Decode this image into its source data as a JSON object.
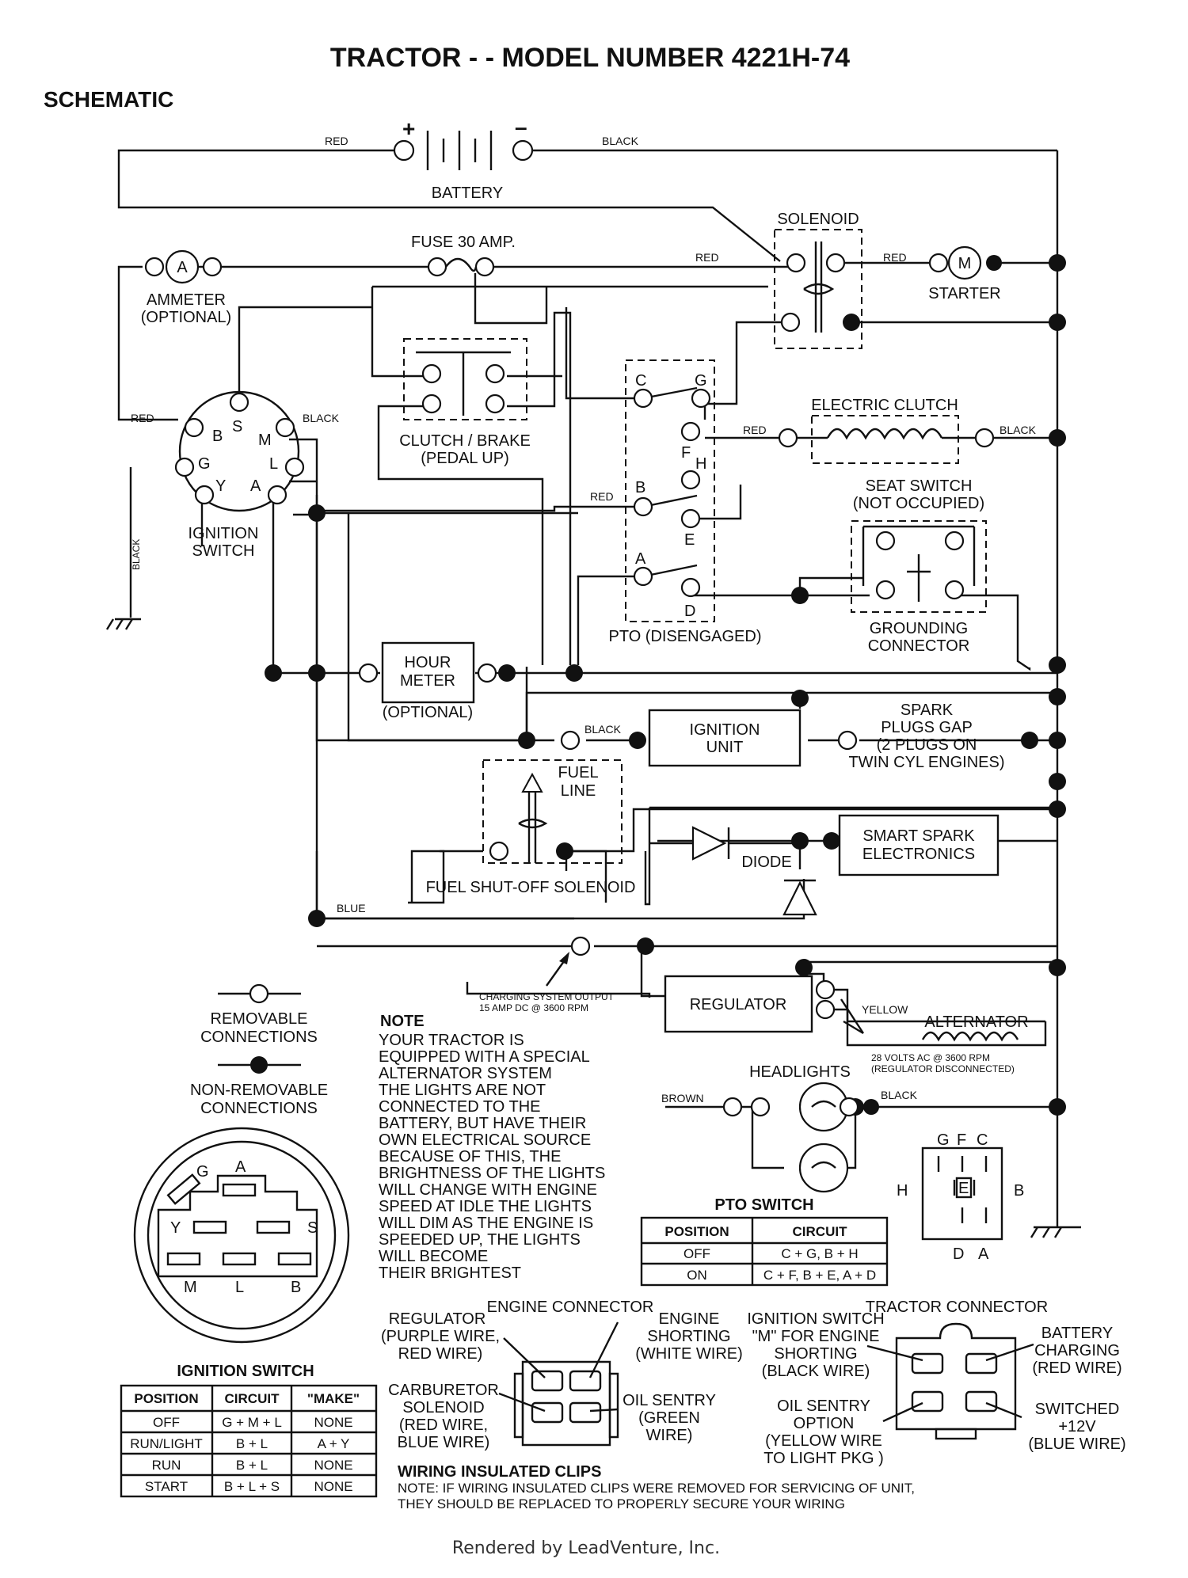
{
  "title": "TRACTOR - - MODEL NUMBER 4221H-74",
  "subtitle": "SCHEMATIC",
  "battery": {
    "label": "BATTERY",
    "plus": "+",
    "minus": "–"
  },
  "wires": {
    "red": "RED",
    "black": "BLACK",
    "blue": "BLUE",
    "yellow": "YELLOW",
    "brown": "BROWN"
  },
  "fuse": "FUSE 30 AMP.",
  "solenoid": "SOLENOID",
  "starter": {
    "label": "STARTER",
    "symbol": "M"
  },
  "ammeter": {
    "symbol": "A",
    "line1": "AMMETER",
    "line2": "(OPTIONAL)"
  },
  "ignition": {
    "line1": "IGNITION",
    "line2": "SWITCH",
    "terminals": [
      "B",
      "S",
      "M",
      "L",
      "A",
      "Y",
      "G"
    ]
  },
  "clutch_brake": {
    "line1": "CLUTCH / BRAKE",
    "line2": "(PEDAL UP)"
  },
  "electric_clutch": "ELECTRIC CLUTCH",
  "pto": {
    "label": "PTO (DISENGAGED)",
    "terminals": [
      "C",
      "G",
      "F",
      "H",
      "B",
      "E",
      "A",
      "D"
    ]
  },
  "seat_switch": {
    "line1": "SEAT SWITCH",
    "line2": "(NOT OCCUPIED)"
  },
  "grounding": {
    "line1": "GROUNDING",
    "line2": "CONNECTOR"
  },
  "hour_meter": {
    "line1": "HOUR",
    "line2": "METER",
    "line3": "(OPTIONAL)"
  },
  "ignition_unit": {
    "line1": "IGNITION",
    "line2": "UNIT"
  },
  "spark": {
    "line1": "SPARK",
    "line2": "PLUGS GAP",
    "line3": "(2 PLUGS ON",
    "line4": "TWIN CYL  ENGINES)"
  },
  "fuel": {
    "line1": "FUEL",
    "line2": "LINE",
    "solenoid": "FUEL SHUT-OFF SOLENOID"
  },
  "diode": "DIODE",
  "smart_spark": {
    "line1": "SMART SPARK",
    "line2": "ELECTRONICS"
  },
  "charging": {
    "line1": "CHARGING SYSTEM OUTPUT",
    "line2": "15 AMP DC @ 3600 RPM"
  },
  "regulator": "REGULATOR",
  "alternator": {
    "label": "ALTERNATOR",
    "line1": "28 VOLTS AC @ 3600 RPM",
    "line2": "(REGULATOR DISCONNECTED)"
  },
  "headlights": "HEADLIGHTS",
  "legend": {
    "removable1": "REMOVABLE",
    "removable2": "CONNECTIONS",
    "nonremovable1": "NON-REMOVABLE",
    "nonremovable2": "CONNECTIONS"
  },
  "note": {
    "heading": "NOTE",
    "lines": [
      "YOUR TRACTOR IS",
      "EQUIPPED WITH A SPECIAL",
      "ALTERNATOR SYSTEM",
      "THE LIGHTS ARE NOT",
      "CONNECTED TO THE",
      "BATTERY, BUT HAVE THEIR",
      "OWN ELECTRICAL SOURCE",
      "BECAUSE OF THIS, THE",
      "BRIGHTNESS OF THE LIGHTS",
      "WILL CHANGE WITH ENGINE",
      "SPEED   AT IDLE THE LIGHTS",
      "WILL DIM   AS THE ENGINE IS",
      "SPEEDED UP, THE LIGHTS",
      "WILL BECOME",
      "THEIR BRIGHTEST"
    ]
  },
  "pto_table": {
    "title": "PTO SWITCH",
    "headers": [
      "POSITION",
      "CIRCUIT"
    ],
    "rows": [
      [
        "OFF",
        "C + G, B + H"
      ],
      [
        "ON",
        "C + F, B + E, A + D"
      ]
    ]
  },
  "pto_connector": {
    "letters": [
      "G",
      "F",
      "C",
      "H",
      "E",
      "B",
      "D",
      "A"
    ]
  },
  "ignition_diagram": {
    "letters": [
      "G",
      "A",
      "Y",
      "S",
      "M",
      "L",
      "B"
    ]
  },
  "ignition_table": {
    "title": "IGNITION SWITCH",
    "headers": [
      "POSITION",
      "CIRCUIT",
      "\"MAKE\""
    ],
    "rows": [
      [
        "OFF",
        "G + M + L",
        "NONE"
      ],
      [
        "RUN/LIGHT",
        "B + L",
        "A + Y"
      ],
      [
        "RUN",
        "B + L",
        "NONE"
      ],
      [
        "START",
        "B + L + S",
        "NONE"
      ]
    ]
  },
  "engine_connector": {
    "title": "ENGINE CONNECTOR",
    "reg": [
      "REGULATOR",
      "(PURPLE WIRE,",
      "RED WIRE)"
    ],
    "shorting": [
      "ENGINE",
      "SHORTING",
      "(WHITE WIRE)"
    ],
    "carb": [
      "CARBURETOR",
      "SOLENOID",
      "(RED WIRE,",
      "BLUE WIRE)"
    ],
    "oil": [
      "OIL SENTRY",
      "(GREEN",
      "WIRE)"
    ]
  },
  "tractor_connector": {
    "title": "TRACTOR CONNECTOR",
    "ign": [
      "IGNITION SWITCH",
      "\"M\" FOR ENGINE",
      "SHORTING",
      "(BLACK WIRE)"
    ],
    "battery": [
      "BATTERY",
      "CHARGING",
      "(RED WIRE)"
    ],
    "oil": [
      "OIL SENTRY",
      "OPTION",
      "(YELLOW WIRE",
      "TO LIGHT PKG )"
    ],
    "switched": [
      "SWITCHED",
      "+12V",
      "(BLUE WIRE)"
    ]
  },
  "clips": {
    "title": "WIRING INSULATED CLIPS",
    "line1": "NOTE: IF WIRING INSULATED CLIPS WERE REMOVED FOR SERVICING OF UNIT,",
    "line2": "THEY SHOULD BE REPLACED TO PROPERLY SECURE YOUR WIRING"
  },
  "footer": "Rendered by LeadVenture, Inc."
}
